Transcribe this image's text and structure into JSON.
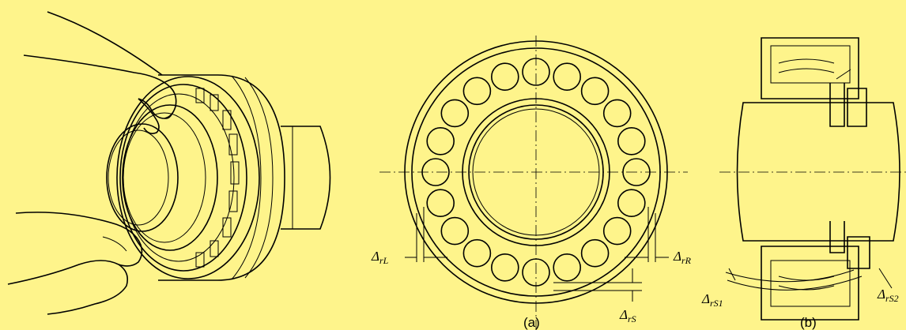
{
  "figure": {
    "background_color": "#fef48b",
    "line_color": "#000000",
    "captions": {
      "a": "(a)",
      "b": "(b)"
    },
    "labels": {
      "delta_rL": "Δ",
      "delta_rL_sub": "rL",
      "delta_rR": "Δ",
      "delta_rR_sub": "rR",
      "delta_rS": "Δ",
      "delta_rS_sub": "rS",
      "delta_rS1": "Δ",
      "delta_rS1_sub": "rS1",
      "delta_rS2": "Δ",
      "delta_rS2_sub": "rS2"
    }
  }
}
